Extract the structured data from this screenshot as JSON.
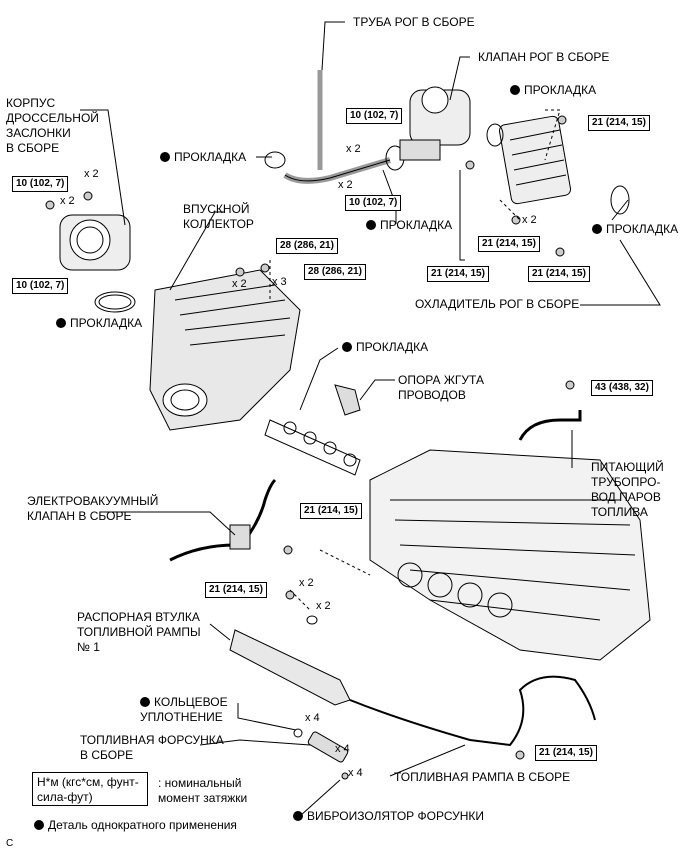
{
  "labels": {
    "throttle_body": "КОРПУС\nДРОССЕЛЬНОЙ\nЗАСЛОНКИ\nВ СБОРЕ",
    "egr_pipe": "ТРУБА РОГ В СБОРЕ",
    "egr_valve": "КЛАПАН РОГ В СБОРЕ",
    "gasket": "ПРОКЛАДКА",
    "intake_manifold": "ВПУСКНОЙ\nКОЛЛЕКТОР",
    "egr_cooler": "ОХЛАДИТЕЛЬ РОГ В СБОРЕ",
    "wire_harness_clamp": "ОПОРА ЖГУТА\nПРОВОДОВ",
    "vapor_pipe": "ПИТАЮЩИЙ\nТРУБОПРО-\nВОД ПАРОВ\nТОПЛИВА",
    "vsv": "ЭЛЕКТРОВАКУУМНЫЙ\nКЛАПАН В СБОРЕ",
    "spacer": "РАСПОРНАЯ ВТУЛКА\nТОПЛИВНОЙ РАМПЫ\n№ 1",
    "o_ring": "КОЛЬЦЕВОЕ\nУПЛОТНЕНИЕ",
    "injector": "ТОПЛИВНАЯ ФОРСУНКА\nВ СБОРЕ",
    "fuel_rail": "ТОПЛИВНАЯ РАМПА В СБОРЕ",
    "insulator": "ВИБРОИЗОЛЯТОР ФОРСУНКИ"
  },
  "torques": {
    "t10_a": "10 (102, 7)",
    "t10_b": "10 (102, 7)",
    "t10_c": "10 (102, 7)",
    "t10_d": "10 (102, 7)",
    "t21_a": "21 (214, 15)",
    "t21_b": "21 (214, 15)",
    "t21_c": "21 (214, 15)",
    "t21_d": "21 (214, 15)",
    "t21_e": "21 (214, 15)",
    "t21_f": "21 (214, 15)",
    "t21_g": "21 (214, 15)",
    "t28_a": "28 (286, 21)",
    "t28_b": "28 (286, 21)",
    "t43": "43 (438, 32)"
  },
  "quantities": {
    "x2": "x 2",
    "x3": "x 3",
    "x4": "x 4"
  },
  "legend": {
    "units_box": "Н*м (кгс*см, фунт-\nсила-фут)",
    "units_text": ": номинальный\nмомент затяжки",
    "non_reusable": "Деталь однократного применения"
  },
  "corner_mark": "C"
}
